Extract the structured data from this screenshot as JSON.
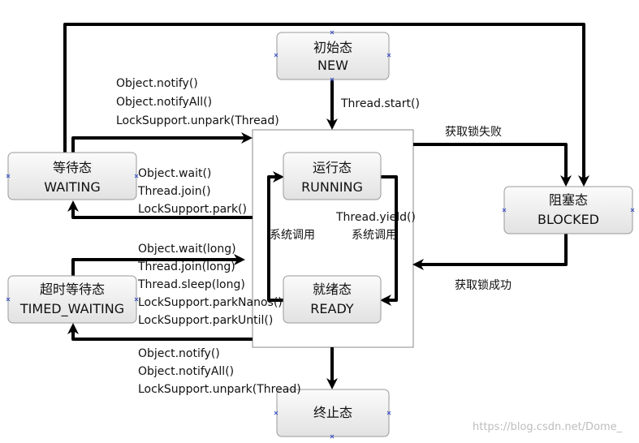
{
  "states": {
    "new": {
      "line1": "初始态",
      "line2": "NEW"
    },
    "running": {
      "line1": "运行态",
      "line2": "RUNNING"
    },
    "ready": {
      "line1": "就绪态",
      "line2": "READY"
    },
    "waiting": {
      "line1": "等待态",
      "line2": "WAITING"
    },
    "timed_waiting": {
      "line1": "超时等待态",
      "line2": "TIMED_WAITING"
    },
    "blocked": {
      "line1": "阻塞态",
      "line2": "BLOCKED"
    },
    "terminated": {
      "line1": "终止态"
    }
  },
  "labels": {
    "start": "Thread.start()",
    "to_waiting": [
      "Object.wait()",
      "Thread.join()",
      "LockSupport.park()"
    ],
    "from_waiting": [
      "Object.notify()",
      "Object.notifyAll()",
      "LockSupport.unpark(Thread)"
    ],
    "to_timed": [
      "Object.wait(long)",
      "Thread.join(long)",
      "Thread.sleep(long)",
      "LockSupport.parkNanos()",
      "LockSupport.parkUntil()"
    ],
    "from_timed": [
      "Object.notify()",
      "Object.notifyAll()",
      "LockSupport.unpark(Thread)"
    ],
    "yield": "Thread.yield()",
    "sys_call_left": "系统调用",
    "sys_call_right": "系统调用",
    "lock_fail": "获取锁失败",
    "lock_success": "获取锁成功"
  },
  "watermark": "https://blog.csdn.net/Dome_"
}
